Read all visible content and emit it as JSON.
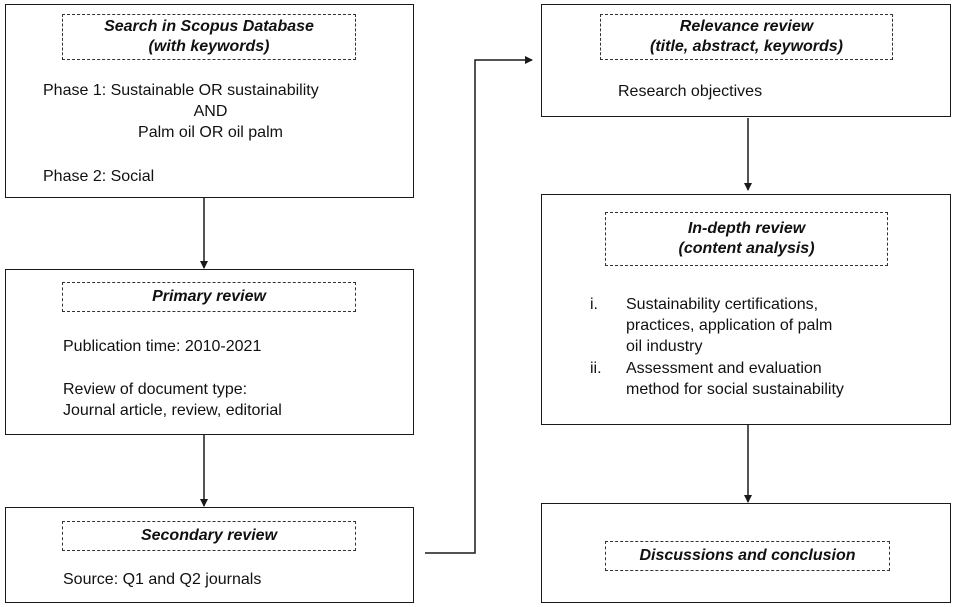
{
  "search": {
    "title_line1": "Search in Scopus Database",
    "title_line2": "(with keywords)",
    "phase1_line1": "Phase 1: Sustainable OR sustainability",
    "phase1_line2": "AND",
    "phase1_line3": "Palm oil OR oil palm",
    "phase2": "Phase 2: Social"
  },
  "primary": {
    "title": "Primary review",
    "publication": "Publication time: 2010-2021",
    "doctype_line1": "Review of document type:",
    "doctype_line2": "Journal article, review, editorial"
  },
  "secondary": {
    "title": "Secondary review",
    "source": "Source: Q1 and Q2 journals"
  },
  "relevance": {
    "title_line1": "Relevance review",
    "title_line2": "(title, abstract, keywords)",
    "body": "Research objectives"
  },
  "indepth": {
    "title_line1": "In-depth review",
    "title_line2": "(content analysis)",
    "items": [
      {
        "marker": "i.",
        "line1": "Sustainability certifications,",
        "line2": "practices, application of palm",
        "line3": "oil industry"
      },
      {
        "marker": "ii.",
        "line1": "Assessment and evaluation",
        "line2": "method for social sustainability"
      }
    ]
  },
  "discussion": {
    "title": "Discussions and conclusion"
  }
}
